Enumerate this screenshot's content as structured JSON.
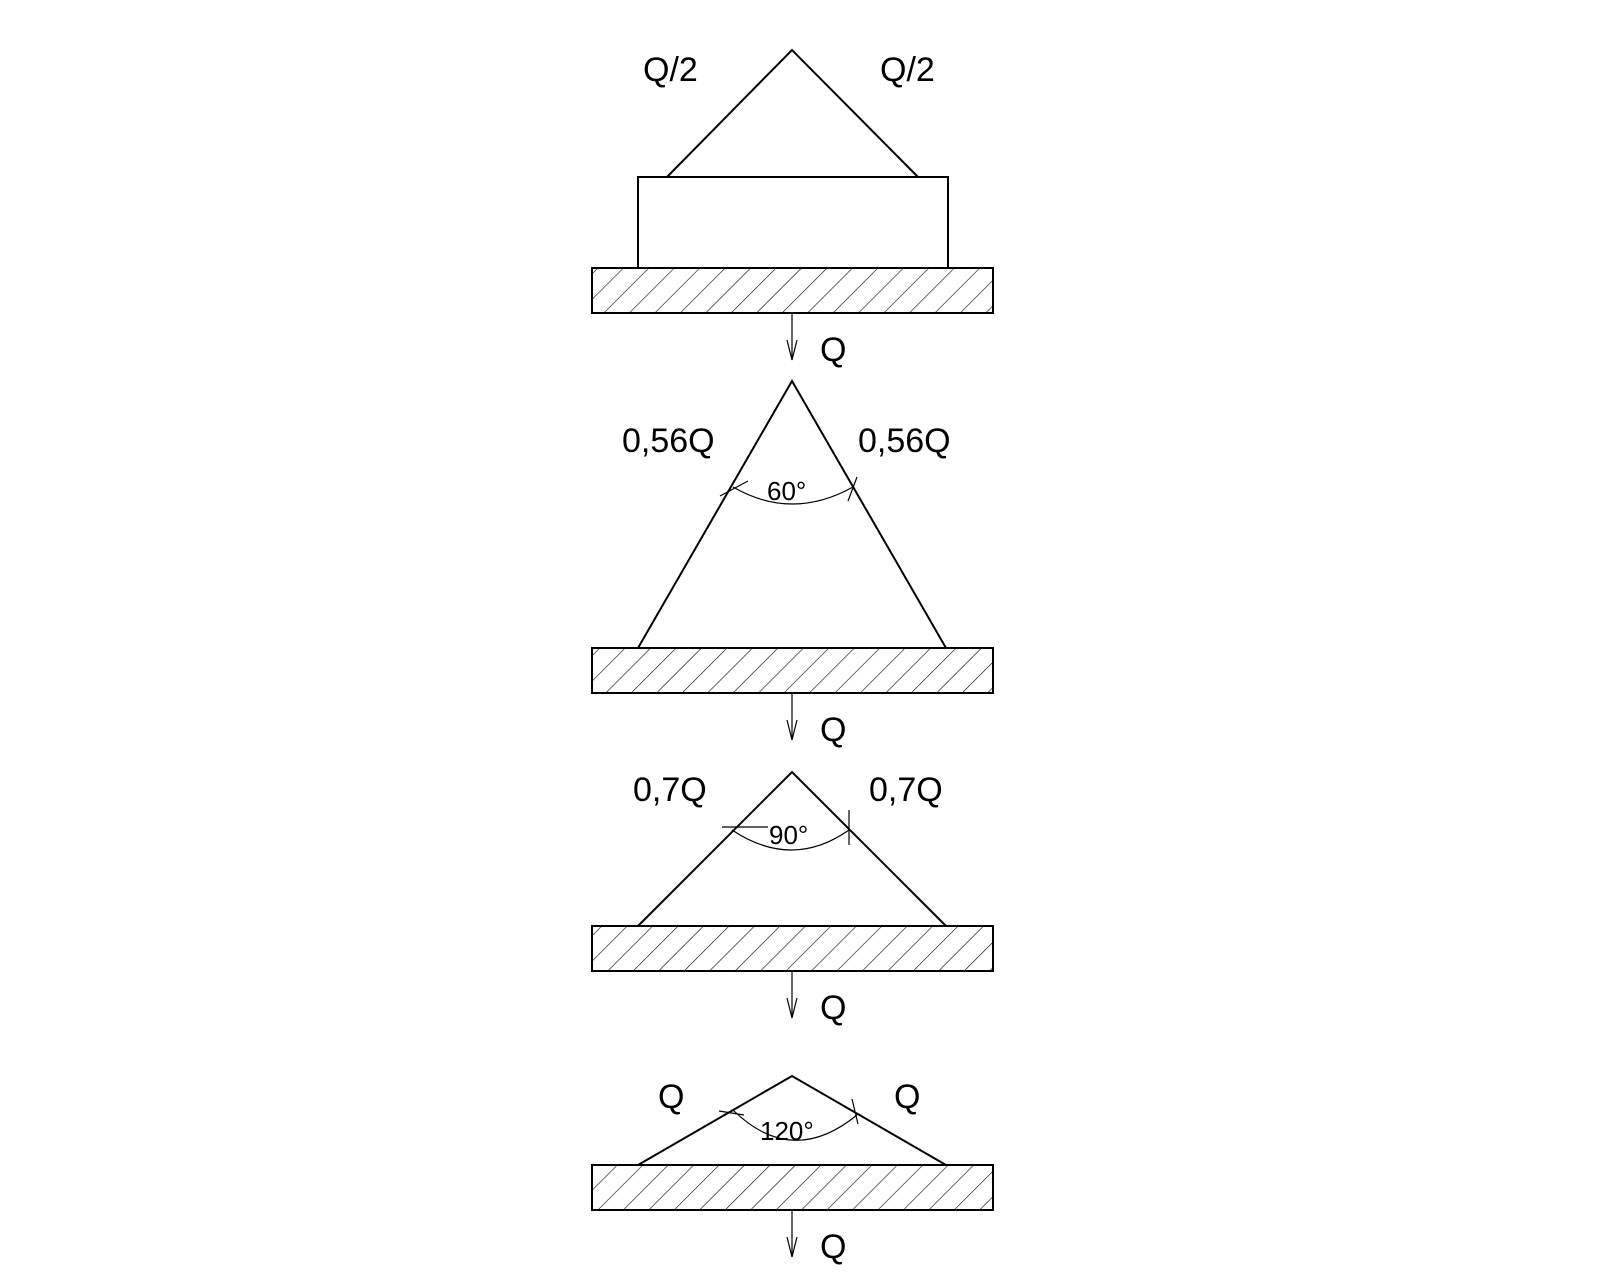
{
  "panels": [
    {
      "left_load": "Q/2",
      "right_load": "Q/2",
      "angle": "",
      "total_load": "Q"
    },
    {
      "left_load": "0,56Q",
      "right_load": "0,56Q",
      "angle": "60°",
      "total_load": "Q"
    },
    {
      "left_load": "0,7Q",
      "right_load": "0,7Q",
      "angle": "90°",
      "total_load": "Q"
    },
    {
      "left_load": "Q",
      "right_load": "Q",
      "angle": "120°",
      "total_load": "Q"
    }
  ]
}
